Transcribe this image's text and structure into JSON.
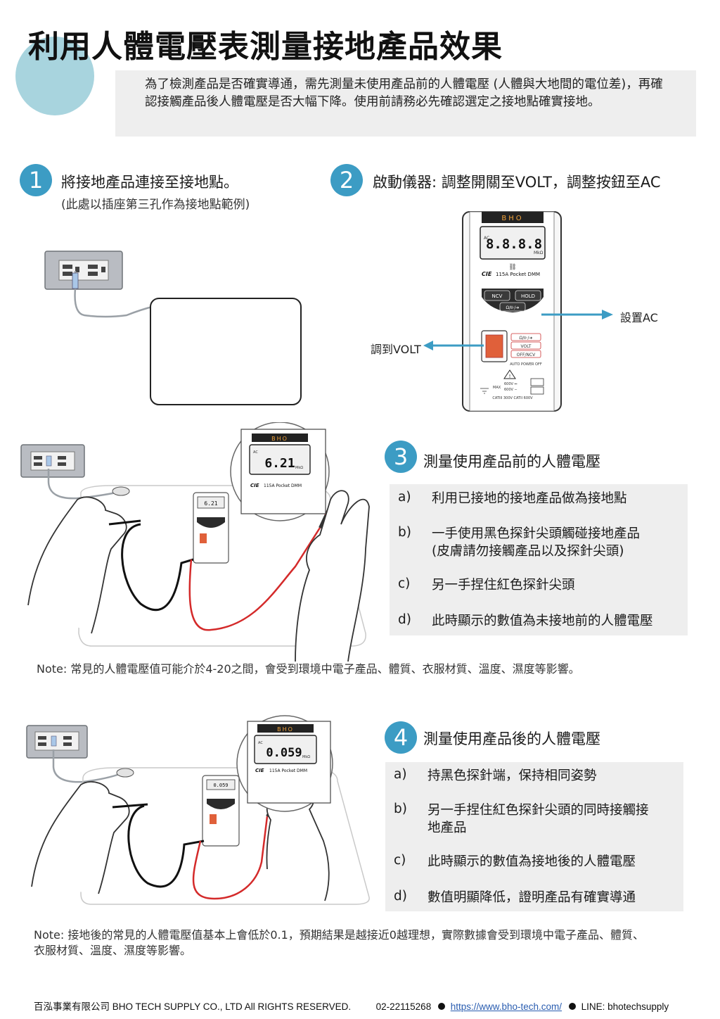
{
  "header": {
    "title": "利用人體電壓表測量接地產品效果",
    "intro": "為了檢測產品是否確實導通，需先測量未使用產品前的人體電壓 (人體與大地間的電位差)，再確認接觸產品後人體電壓是否大幅下降。使用前請務必先確認選定之接地點確實接地。"
  },
  "step1": {
    "number": "1",
    "title": "將接地產品連接至接地點。",
    "subtitle": "(此處以插座第三孔作為接地點範例)"
  },
  "step2": {
    "number": "2",
    "title": "啟動儀器: 調整開關至VOLT，調整按鈕至AC",
    "callout_left": "調到VOLT",
    "callout_right": "設置AC"
  },
  "meter": {
    "brand": "BHO",
    "display_default": "8.8.8.8",
    "ac_indicator": "AC",
    "unit": "MkΩ",
    "model_logo": "CIE",
    "model": "115A Pocket DMM",
    "btn_ncv": "NCV",
    "btn_hold": "HOLD",
    "btn_mode": "Ω/⊪/➜",
    "sw_opt1": "Ω/⊪/➜",
    "sw_opt2": "VOLT",
    "sw_opt3": "OFF/NCV",
    "auto_off": "AUTO POWER OFF",
    "max_label": "MAX",
    "rating_dc": "600V ⎓",
    "rating_ac": "600V ∼",
    "cat": "CATIII 300V CATII 600V"
  },
  "step3": {
    "number": "3",
    "title": "測量使用產品前的人體電壓",
    "display": "6.21",
    "items": [
      {
        "label": "a)",
        "text": "利用已接地的接地產品做為接地點"
      },
      {
        "label": "b)",
        "text": "一手使用黑色探針尖頭觸碰接地產品\n(皮膚請勿接觸產品以及探針尖頭)"
      },
      {
        "label": "c)",
        "text": "另一手捏住紅色探針尖頭"
      },
      {
        "label": "d)",
        "text": "此時顯示的數值為未接地前的人體電壓"
      }
    ],
    "note": "Note: 常見的人體電壓值可能介於4-20之間，會受到環境中電子產品、體質、衣服材質、溫度、濕度等影響。"
  },
  "step4": {
    "number": "4",
    "title": "測量使用產品後的人體電壓",
    "display": "0.059",
    "items": [
      {
        "label": "a)",
        "text": "持黑色探針端，保持相同姿勢"
      },
      {
        "label": "b)",
        "text": "另一手捏住紅色探針尖頭的同時接觸接\n地產品"
      },
      {
        "label": "c)",
        "text": "此時顯示的數值為接地後的人體電壓"
      },
      {
        "label": "d)",
        "text": "數值明顯降低，證明產品有確實導通"
      }
    ],
    "note_line1": "Note: 接地後的常見的人體電壓值基本上會低於0.1，預期結果是越接近0越理想，實際數據會受到環境中電子產品、體質、",
    "note_line2": "衣服材質、溫度、濕度等影響。"
  },
  "footer": {
    "company": "百泓事業有限公司 BHO TECH SUPPLY CO., LTD   All RIGHTS RESERVED.",
    "phone": "02-22115268",
    "website": "https://www.bho-tech.com/",
    "line": "LINE: bhotechsupply"
  },
  "colors": {
    "accent": "#3c9cc4",
    "deco_circle": "#a8d4de",
    "panel_gray": "#eeeeee",
    "probe_red": "#d42a2a",
    "switch_orange": "#e0603a"
  }
}
